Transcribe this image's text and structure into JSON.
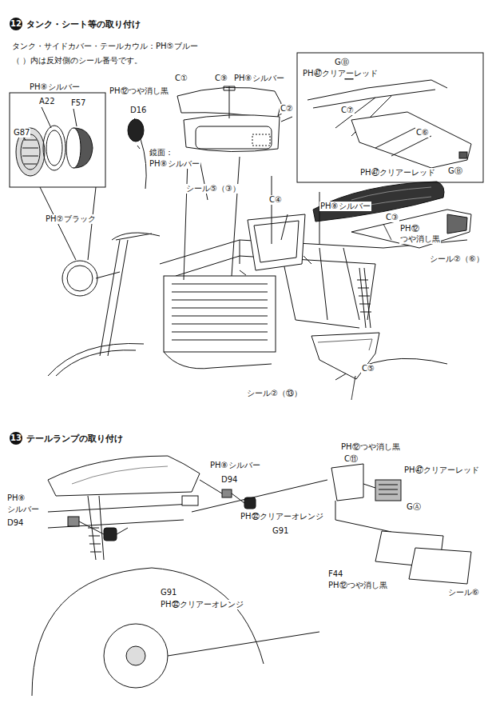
{
  "diagram": {
    "nodes": [
      {
        "text": [
          "12",
          "タンク・シート等の取り付け"
        ]
      },
      {
        "text": [
          "13",
          "テールランプの取り付け"
        ]
      }
    ],
    "labels": [
      "タンク・サイドカバー・テールカウル：PH⑤ブルー",
      "（ ）内は反対側のシール番号です。",
      "PH⑧シルバー",
      "A22",
      "F57",
      "G87",
      "PH②ブラック",
      "PH⑫つや消し黒",
      "D16",
      "鏡面：",
      "PH⑧シルバー",
      "C①",
      "C⑨",
      "PH⑧シルバー",
      "C②",
      "シール⑤（③）",
      "GⒷ",
      "PH㊼クリアーレッド",
      "C⑦",
      "C⑥",
      "GⒷ",
      "PH㊼クリアーレッド",
      "PH⑧シルバー",
      "C③",
      "PH⑫",
      "つや消し黒",
      "C④",
      "シール②（⑥）",
      "C⑤",
      "シール②（⑬）",
      "PH⑫つや消し黒",
      "C⑪",
      "PH⑧シルバー",
      "D94",
      "PH㉜クリアーオレンジ",
      "G91",
      "PH㊼クリアーレッド",
      "GⒶ",
      "PH⑧",
      "シルバー",
      "D94",
      "G91",
      "PH㉜クリアーオレンジ",
      "F44",
      "PH⑫つや消し黒",
      "シール⑥"
    ]
  }
}
